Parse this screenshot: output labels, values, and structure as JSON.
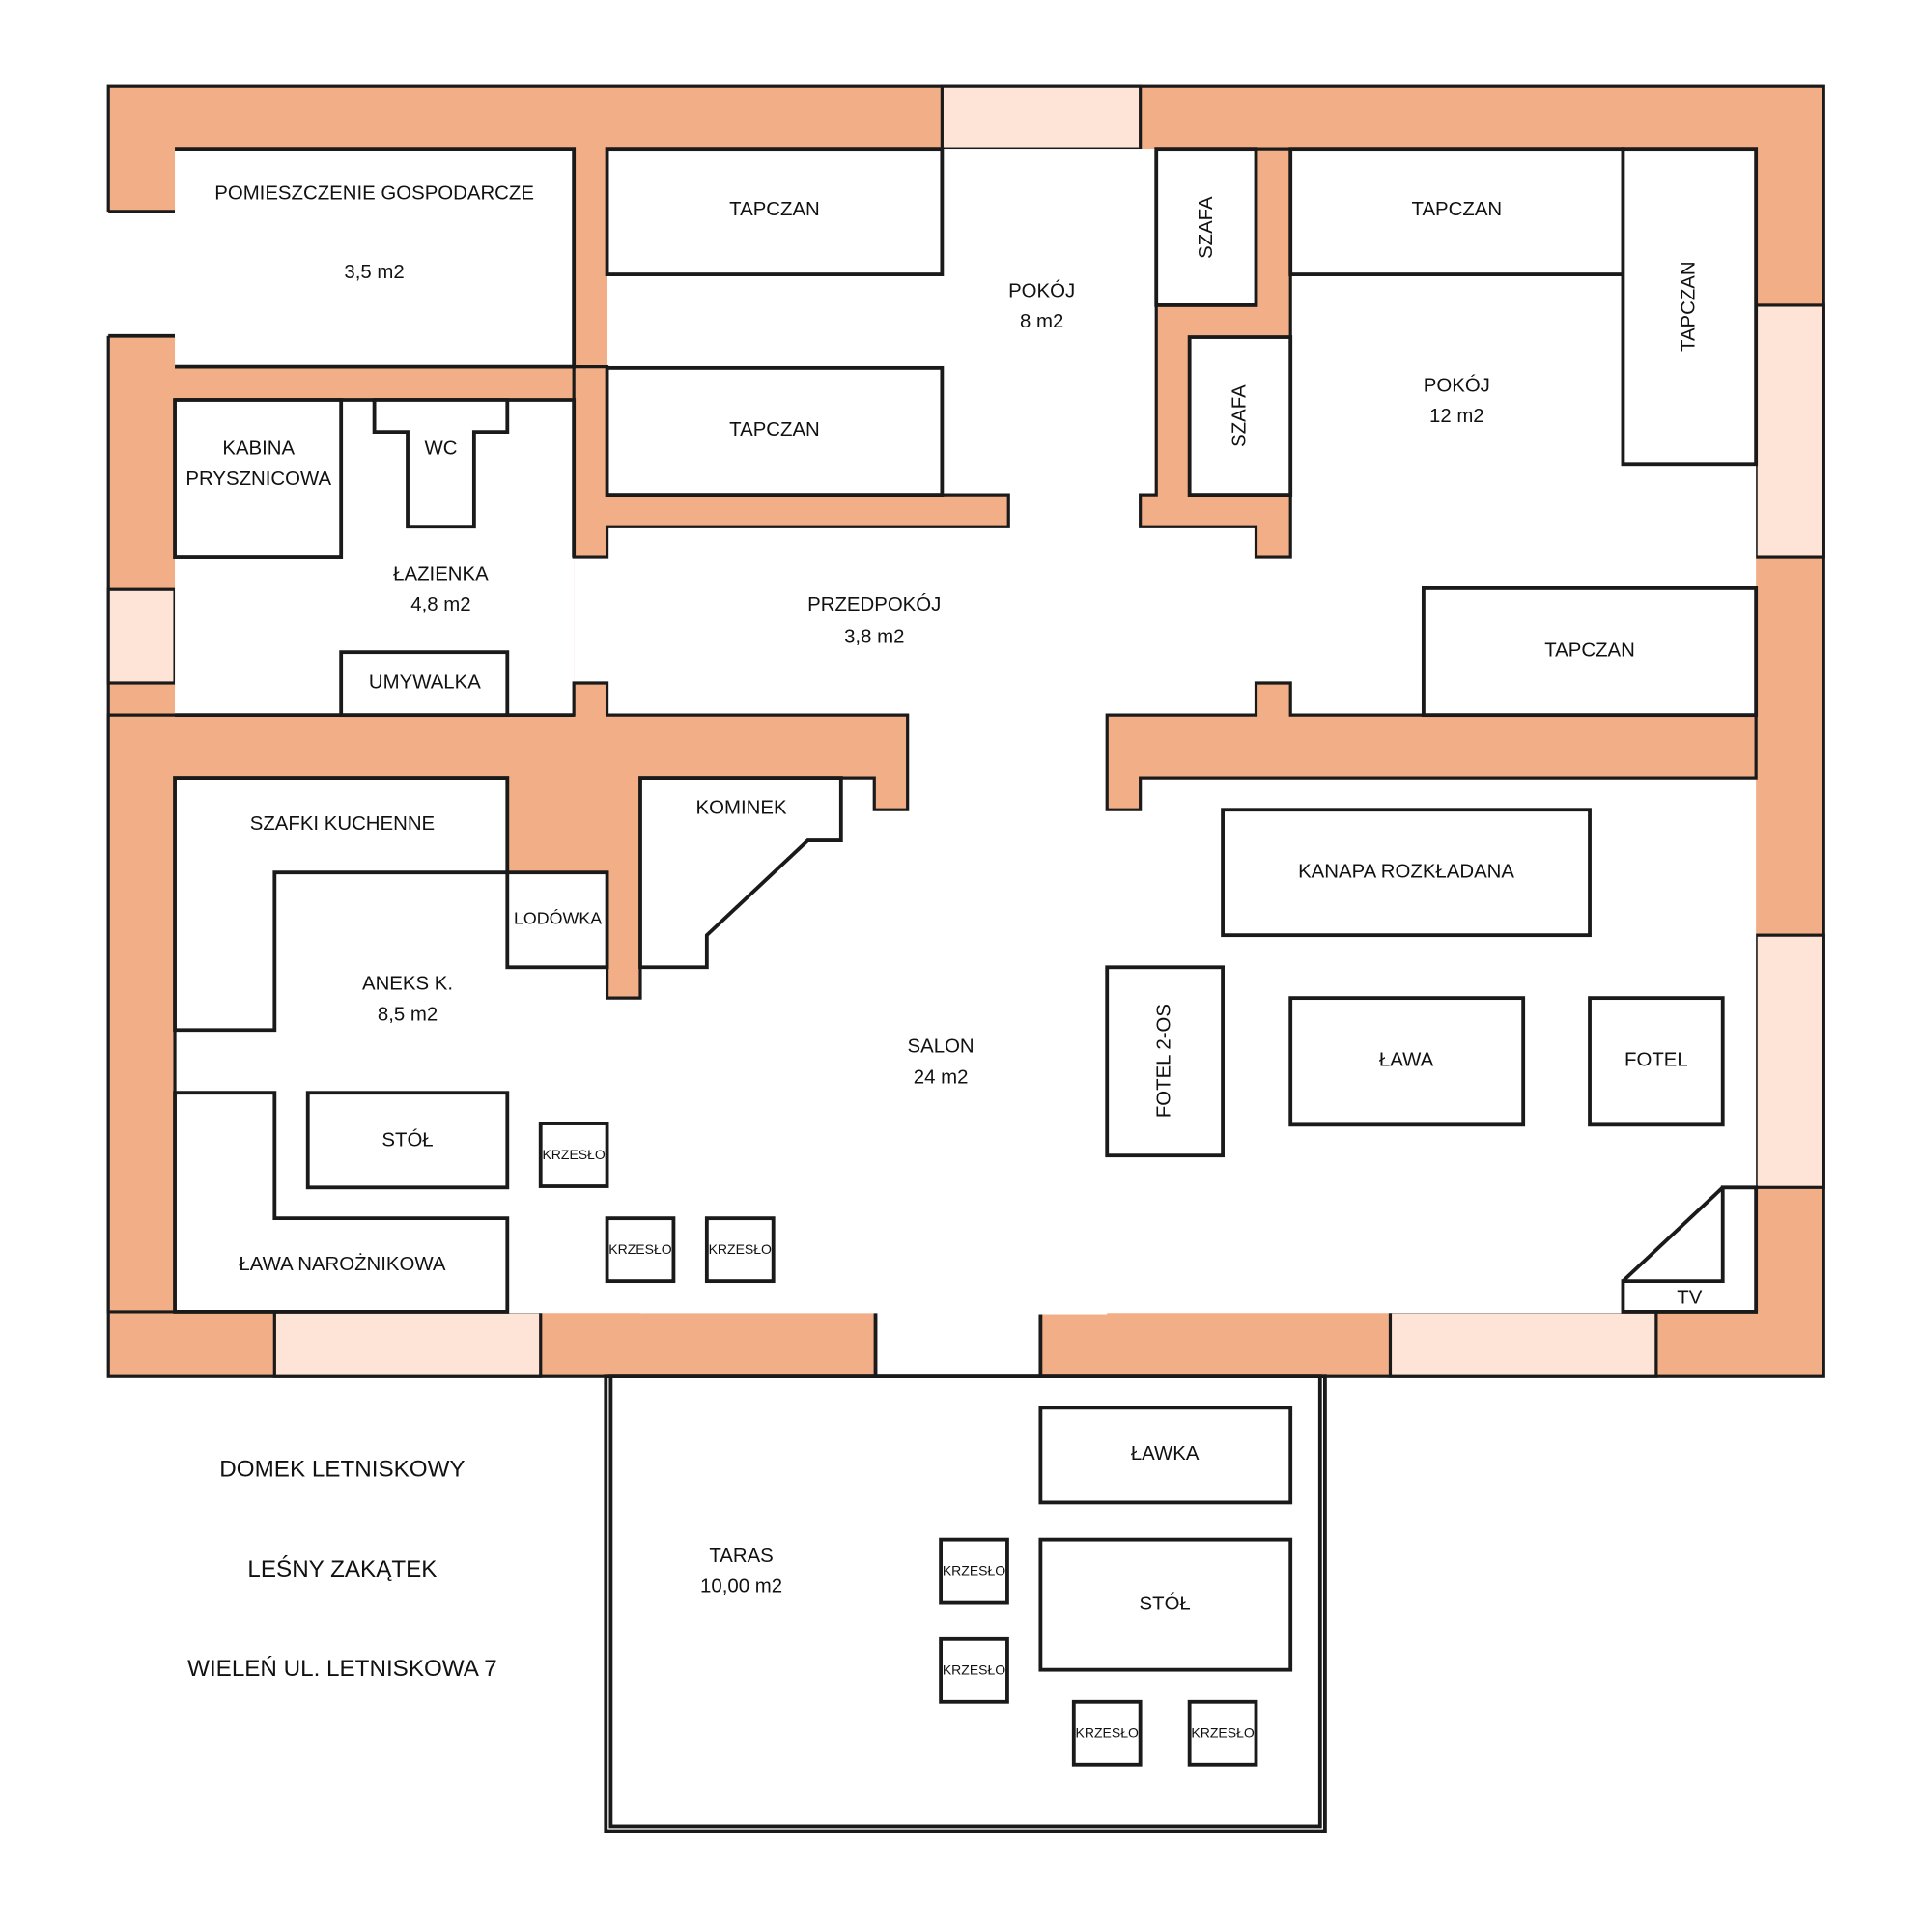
{
  "rooms": {
    "gospodarcze": {
      "name": "POMIESZCZENIE GOSPODARCZE",
      "area": "3,5 m2"
    },
    "pokoj8": {
      "name": "POKÓJ",
      "area": "8 m2"
    },
    "pokoj12": {
      "name": "POKÓJ",
      "area": "12 m2"
    },
    "lazienka": {
      "name": "ŁAZIENKA",
      "area": "4,8 m2"
    },
    "przedpokoj": {
      "name": "PRZEDPOKÓJ",
      "area": "3,8 m2"
    },
    "aneks": {
      "name": "ANEKS K.",
      "area": "8,5 m2"
    },
    "salon": {
      "name": "SALON",
      "area": "24 m2"
    },
    "taras": {
      "name": "TARAS",
      "area": "10,00 m2"
    }
  },
  "furniture": {
    "tapczan": "TAPCZAN",
    "szafa": "SZAFA",
    "kabina_line1": "KABINA",
    "kabina_line2": "PRYSZNICOWA",
    "wc": "WC",
    "umywalka": "UMYWALKA",
    "szafki": "SZAFKI KUCHENNE",
    "kominek": "KOMINEK",
    "lodowka": "LODÓWKA",
    "kanapa": "KANAPA ROZKŁADANA",
    "fotel2": "FOTEL 2-OS",
    "lawa": "ŁAWA",
    "fotel": "FOTEL",
    "stol": "STÓŁ",
    "krzeslo": "KRZESŁO",
    "lawa_naroznikowa": "ŁAWA NAROŻNIKOWA",
    "tv": "TV",
    "lawka": "ŁAWKA"
  },
  "caption": {
    "line1": "DOMEK LETNISKOWY",
    "line2": "LEŚNY ZAKĄTEK",
    "line3": "WIELEŃ UL. LETNISKOWA 7"
  },
  "colors": {
    "wall": "#F2AE86",
    "window": "#FDE4D7"
  }
}
